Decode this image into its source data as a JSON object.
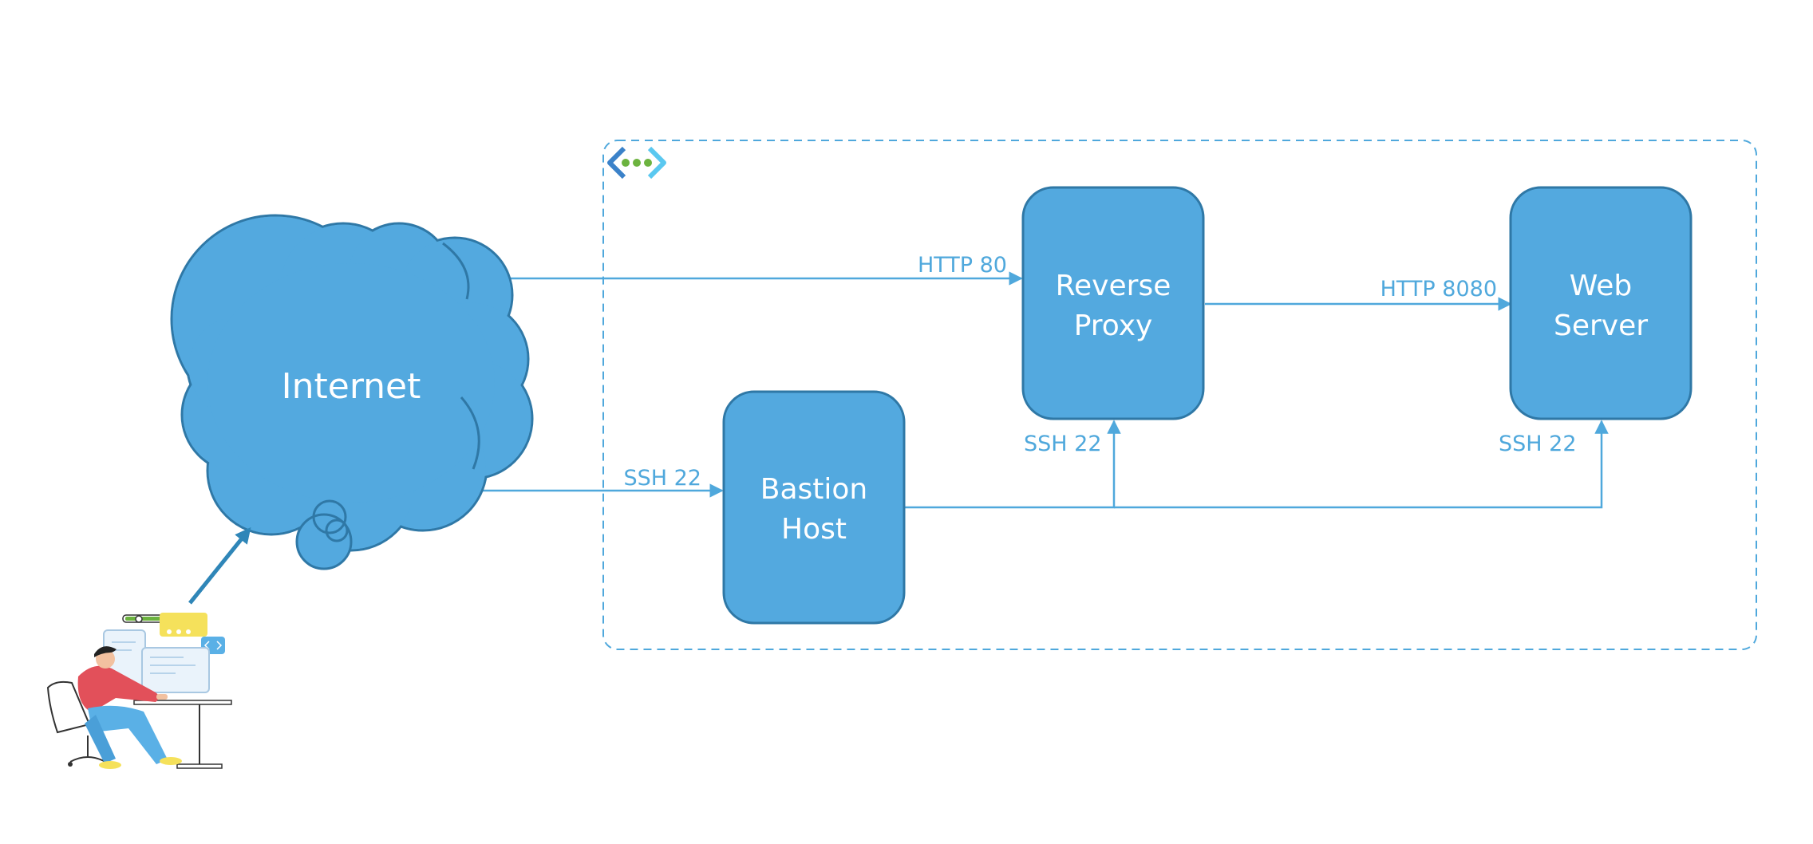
{
  "colors": {
    "node_fill": "#53a9df",
    "node_stroke": "#2f78a6",
    "edge": "#4fa8dc",
    "boundary": "#4fa8dc",
    "arrow_user": "#2f86b8"
  },
  "nodes": {
    "internet": {
      "label": "Internet",
      "shape": "cloud"
    },
    "reverse_proxy": {
      "line1": "Reverse",
      "line2": "Proxy"
    },
    "web_server": {
      "line1": "Web",
      "line2": "Server"
    },
    "bastion": {
      "line1": "Bastion",
      "line2": "Host"
    }
  },
  "edges": {
    "internet_to_proxy": {
      "label": "HTTP 80"
    },
    "proxy_to_web": {
      "label": "HTTP 8080"
    },
    "internet_to_bastion": {
      "label": "SSH 22"
    },
    "bastion_to_proxy": {
      "label": "SSH 22"
    },
    "bastion_to_web": {
      "label": "SSH 22"
    }
  },
  "icons": {
    "network": "virtual-network-icon",
    "user": "developer-at-desk-illustration"
  }
}
